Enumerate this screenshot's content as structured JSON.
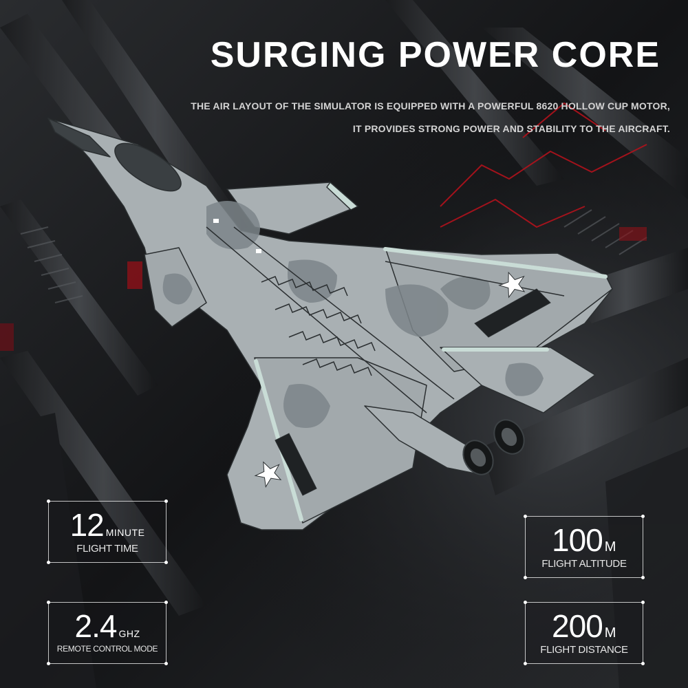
{
  "headline": "SURGING POWER CORE",
  "subtitle_lines": [
    "THE AIR LAYOUT OF THE SIMULATOR IS EQUIPPED WITH A POWERFUL 8620 HOLLOW CUP MOTOR,",
    "IT PROVIDES STRONG POWER AND STABILITY TO THE AIRCRAFT."
  ],
  "specs": {
    "flight_time": {
      "value": "12",
      "unit": "MINUTE",
      "label": "FLIGHT TIME"
    },
    "frequency": {
      "value": "2.4",
      "unit": "GHZ",
      "label": "REMOTE CONTROL MODE"
    },
    "altitude": {
      "value": "100",
      "unit": "M",
      "label": "FLIGHT ALTITUDE"
    },
    "distance": {
      "value": "200",
      "unit": "M",
      "label": "FLIGHT DISTANCE"
    }
  },
  "colors": {
    "background": "#1a1b1d",
    "accent_red": "#b3121c",
    "plane_body": "#a9b0b3",
    "plane_camo": "#7d8589",
    "plane_edge": "#c9dcd6"
  }
}
